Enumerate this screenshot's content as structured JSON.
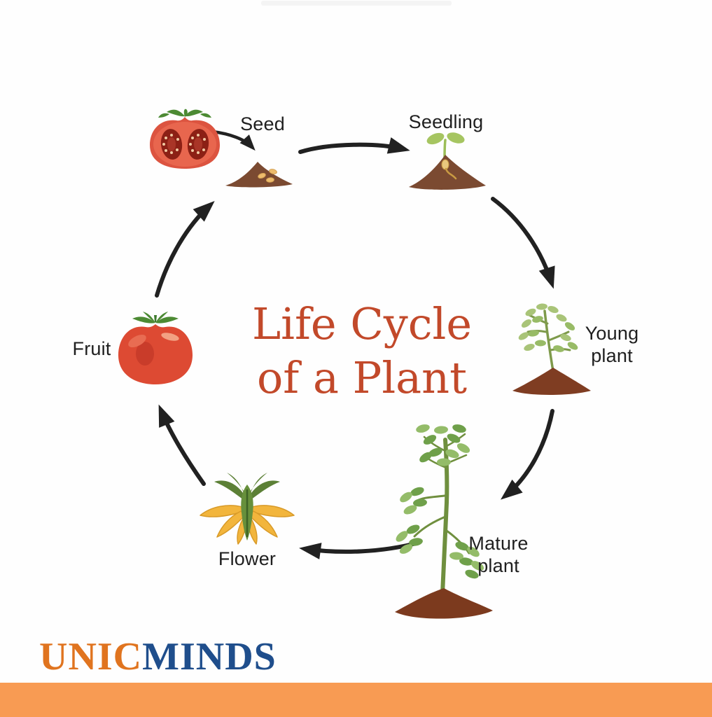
{
  "title": {
    "line1": "Life Cycle",
    "line2": "of a Plant"
  },
  "stages": [
    {
      "id": "seed",
      "label": "Seed"
    },
    {
      "id": "seedling",
      "label": "Seedling"
    },
    {
      "id": "young-plant",
      "label": "Young plant"
    },
    {
      "id": "mature-plant",
      "label": "Mature plant"
    },
    {
      "id": "flower",
      "label": "Flower"
    },
    {
      "id": "fruit",
      "label": "Fruit"
    }
  ],
  "icons": [
    "cut-tomato-icon",
    "seed-mound-icon",
    "seedling-icon",
    "young-plant-icon",
    "mature-plant-icon",
    "flower-icon",
    "fruit-tomato-icon",
    "cycle-arrow-icons"
  ],
  "logo": {
    "part1": "UNIC",
    "part2": "MINDS"
  },
  "colors": {
    "title_text": "#c2492a",
    "label_text": "#1f1f1f",
    "arrow": "#212121",
    "tomato_red": "#dd4a33",
    "tomato_chamber_dark": "#8c2015",
    "soil_brown": "#7b4a31",
    "soil_red_brown": "#7f3d22",
    "leaf_light_green": "#a9c478",
    "leaf_dark_green": "#6fa04a",
    "stem_green": "#6f8f3e",
    "flower_yellow": "#f2b53c",
    "sepal_green": "#5c8036",
    "seed_cream": "#edbc6c",
    "logo_orange": "#e0741f",
    "logo_blue": "#1f4e8c",
    "bottom_bar": "#f89b53",
    "top_bar": "#f4f4f4"
  }
}
